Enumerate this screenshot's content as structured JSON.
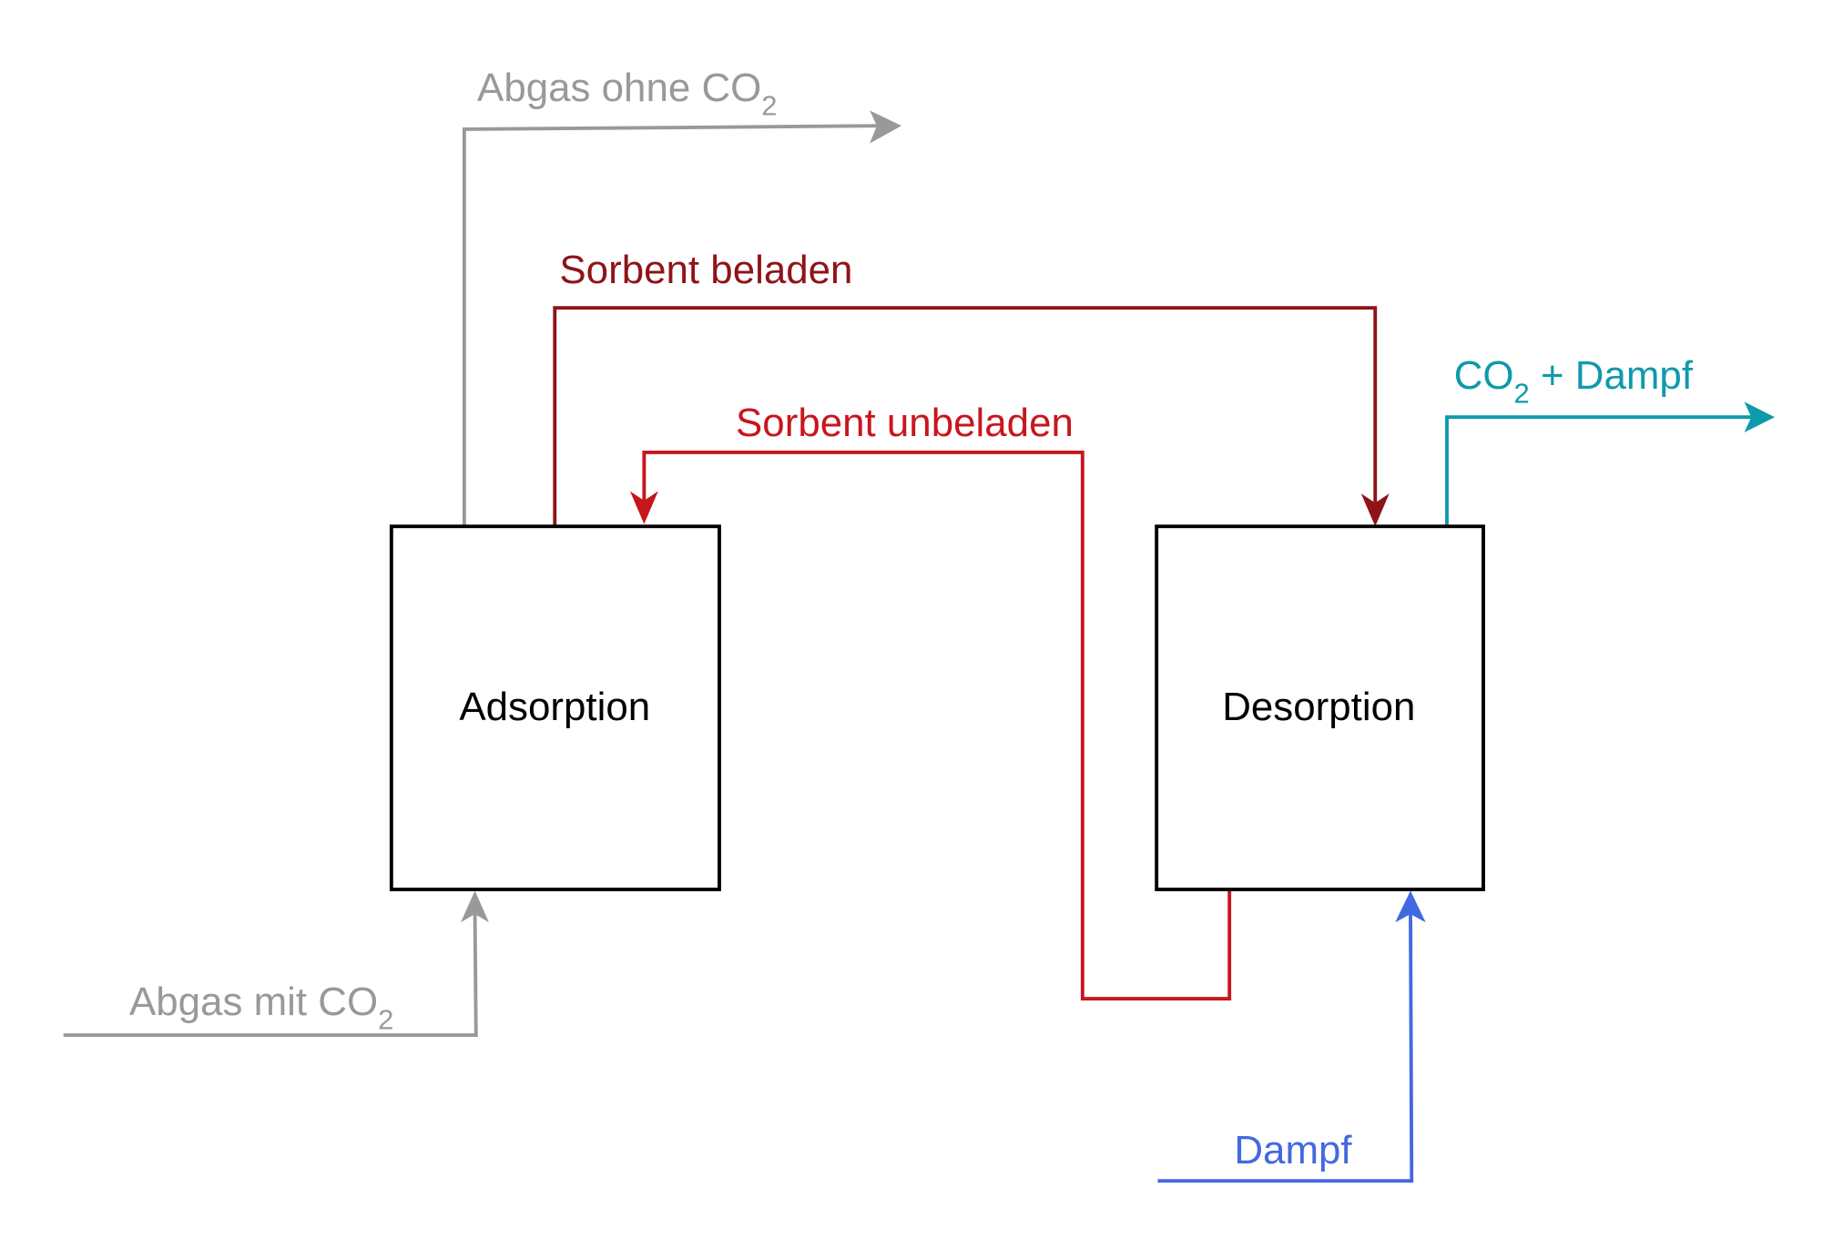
{
  "diagram": {
    "title": "Adsorption / Desorption Kreislauf",
    "colors": {
      "exhaust": "#999999",
      "loaded_sorbent": "#8e1418",
      "unloaded_sorbent": "#c8161d",
      "steam": "#4169e1",
      "co2_steam": "#0e9aaa",
      "box": "#000000"
    },
    "nodes": [
      {
        "id": "adsorption",
        "label": "Adsorption"
      },
      {
        "id": "desorption",
        "label": "Desorption"
      }
    ],
    "flows": [
      {
        "id": "abgas-ohne-co2",
        "label_main": "Abgas ohne CO",
        "label_sub": "2",
        "from": "adsorption",
        "to": "out"
      },
      {
        "id": "abgas-mit-co2",
        "label_main": "Abgas mit CO",
        "label_sub": "2",
        "from": "in",
        "to": "adsorption"
      },
      {
        "id": "sorbent-beladen",
        "label": "Sorbent beladen",
        "from": "adsorption",
        "to": "desorption"
      },
      {
        "id": "sorbent-unbeladen",
        "label": "Sorbent unbeladen",
        "from": "desorption",
        "to": "adsorption"
      },
      {
        "id": "co2-dampf",
        "label_main": "CO",
        "label_sub": "2",
        "label_rest": " + Dampf",
        "from": "desorption",
        "to": "out"
      },
      {
        "id": "dampf",
        "label": "Dampf",
        "from": "in",
        "to": "desorption"
      }
    ]
  }
}
